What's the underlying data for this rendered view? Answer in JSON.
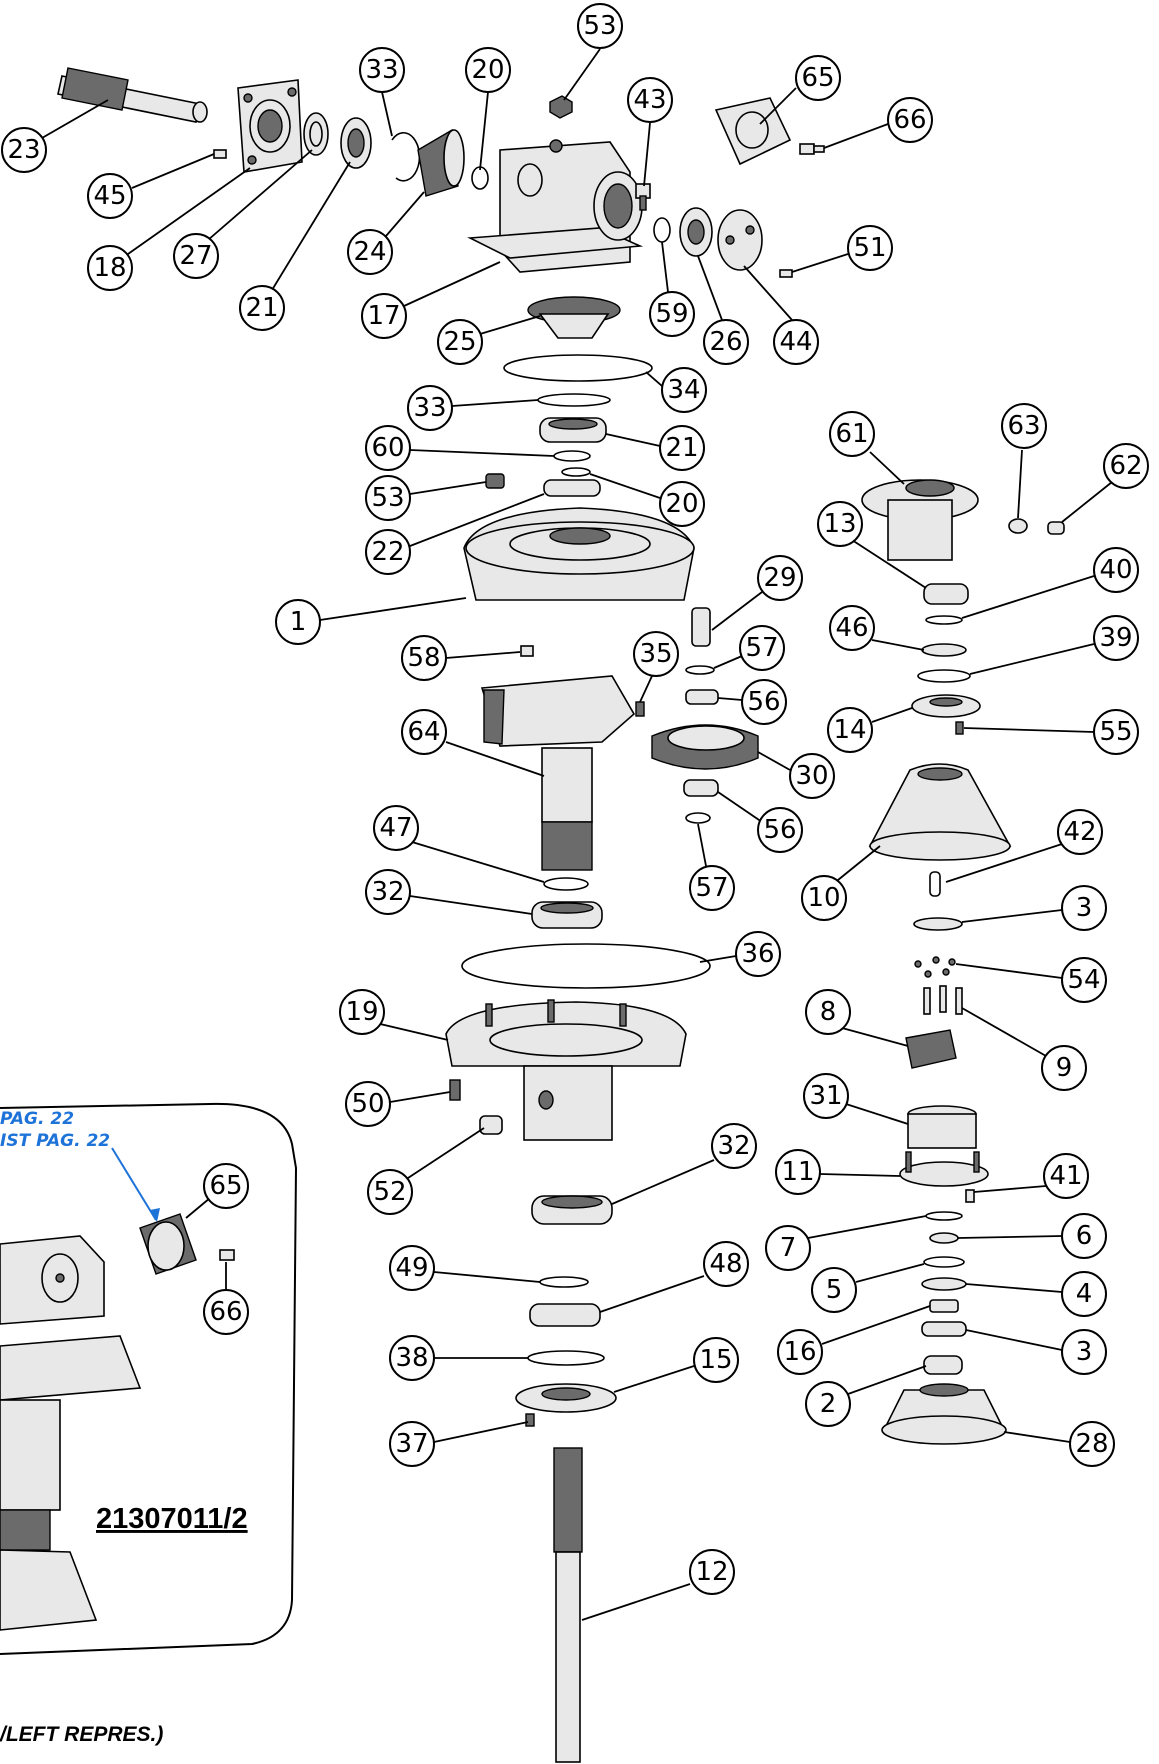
{
  "inset": {
    "note_line1": "PAG. 22",
    "note_line2": "IST PAG. 22",
    "code": "21307011/2"
  },
  "footer": {
    "note": "/LEFT REPRES.)"
  },
  "colors": {
    "note_blue": "#1e73d8",
    "line": "#000000"
  },
  "callouts": [
    {
      "id": "c53a",
      "label": "53"
    },
    {
      "id": "c33a",
      "label": "33"
    },
    {
      "id": "c20a",
      "label": "20"
    },
    {
      "id": "c43",
      "label": "43"
    },
    {
      "id": "c65a",
      "label": "65"
    },
    {
      "id": "c66a",
      "label": "66"
    },
    {
      "id": "c23",
      "label": "23"
    },
    {
      "id": "c45",
      "label": "45"
    },
    {
      "id": "c18",
      "label": "18"
    },
    {
      "id": "c27",
      "label": "27"
    },
    {
      "id": "c21a",
      "label": "21"
    },
    {
      "id": "c24",
      "label": "24"
    },
    {
      "id": "c17",
      "label": "17"
    },
    {
      "id": "c59",
      "label": "59"
    },
    {
      "id": "c26",
      "label": "26"
    },
    {
      "id": "c44",
      "label": "44"
    },
    {
      "id": "c51",
      "label": "51"
    },
    {
      "id": "c25",
      "label": "25"
    },
    {
      "id": "c34",
      "label": "34"
    },
    {
      "id": "c33b",
      "label": "33"
    },
    {
      "id": "c21b",
      "label": "21"
    },
    {
      "id": "c60",
      "label": "60"
    },
    {
      "id": "c53b",
      "label": "53"
    },
    {
      "id": "c20b",
      "label": "20"
    },
    {
      "id": "c22",
      "label": "22"
    },
    {
      "id": "c61",
      "label": "61"
    },
    {
      "id": "c63",
      "label": "63"
    },
    {
      "id": "c62",
      "label": "62"
    },
    {
      "id": "c13",
      "label": "13"
    },
    {
      "id": "c40",
      "label": "40"
    },
    {
      "id": "c1",
      "label": "1"
    },
    {
      "id": "c29",
      "label": "29"
    },
    {
      "id": "c46",
      "label": "46"
    },
    {
      "id": "c39",
      "label": "39"
    },
    {
      "id": "c58",
      "label": "58"
    },
    {
      "id": "c35",
      "label": "35"
    },
    {
      "id": "c57a",
      "label": "57"
    },
    {
      "id": "c56a",
      "label": "56"
    },
    {
      "id": "c14",
      "label": "14"
    },
    {
      "id": "c55",
      "label": "55"
    },
    {
      "id": "c64",
      "label": "64"
    },
    {
      "id": "c30",
      "label": "30"
    },
    {
      "id": "c56b",
      "label": "56"
    },
    {
      "id": "c47",
      "label": "47"
    },
    {
      "id": "c57b",
      "label": "57"
    },
    {
      "id": "c10",
      "label": "10"
    },
    {
      "id": "c42",
      "label": "42"
    },
    {
      "id": "c32a",
      "label": "32"
    },
    {
      "id": "c3a",
      "label": "3"
    },
    {
      "id": "c36",
      "label": "36"
    },
    {
      "id": "c54",
      "label": "54"
    },
    {
      "id": "c19",
      "label": "19"
    },
    {
      "id": "c8",
      "label": "8"
    },
    {
      "id": "c9",
      "label": "9"
    },
    {
      "id": "c31",
      "label": "31"
    },
    {
      "id": "c50",
      "label": "50"
    },
    {
      "id": "c32b",
      "label": "32"
    },
    {
      "id": "c11",
      "label": "11"
    },
    {
      "id": "c41",
      "label": "41"
    },
    {
      "id": "c52",
      "label": "52"
    },
    {
      "id": "c7",
      "label": "7"
    },
    {
      "id": "c6",
      "label": "6"
    },
    {
      "id": "c49",
      "label": "49"
    },
    {
      "id": "c48",
      "label": "48"
    },
    {
      "id": "c5",
      "label": "5"
    },
    {
      "id": "c4",
      "label": "4"
    },
    {
      "id": "c16",
      "label": "16"
    },
    {
      "id": "c3b",
      "label": "3"
    },
    {
      "id": "c38",
      "label": "38"
    },
    {
      "id": "c15",
      "label": "15"
    },
    {
      "id": "c2",
      "label": "2"
    },
    {
      "id": "c37",
      "label": "37"
    },
    {
      "id": "c28",
      "label": "28"
    },
    {
      "id": "c12",
      "label": "12"
    },
    {
      "id": "c65b",
      "label": "65"
    },
    {
      "id": "c66b",
      "label": "66"
    }
  ]
}
